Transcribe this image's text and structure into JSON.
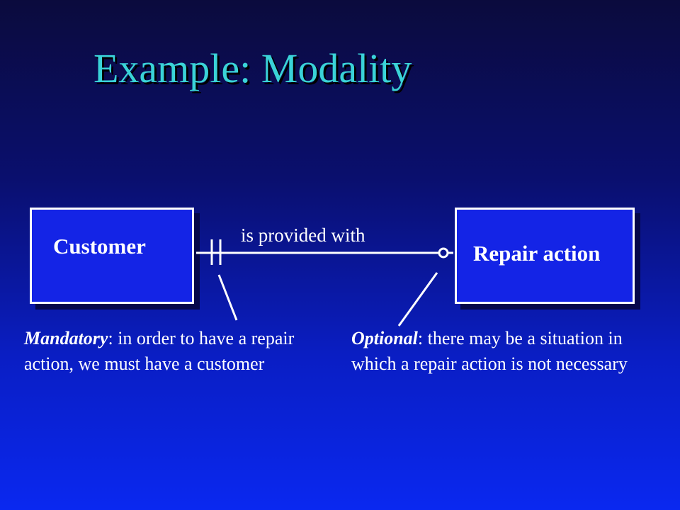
{
  "slide": {
    "title": "Example: Modality"
  },
  "diagram": {
    "entities": {
      "customer": "Customer",
      "repair_action": "Repair action"
    },
    "relationship_label": "is provided with",
    "notes": {
      "mandatory": {
        "term": "Mandatory",
        "text": ": in order to have a repair action, we must have a customer"
      },
      "optional": {
        "term": "Optional",
        "text": ": there may be a situation in which a repair action is not necessary"
      }
    }
  },
  "colors": {
    "title": "#3ad3d8",
    "entity_fill": "#1424e6",
    "background_top": "#0b0b3d",
    "background_bottom": "#0a28f0"
  }
}
